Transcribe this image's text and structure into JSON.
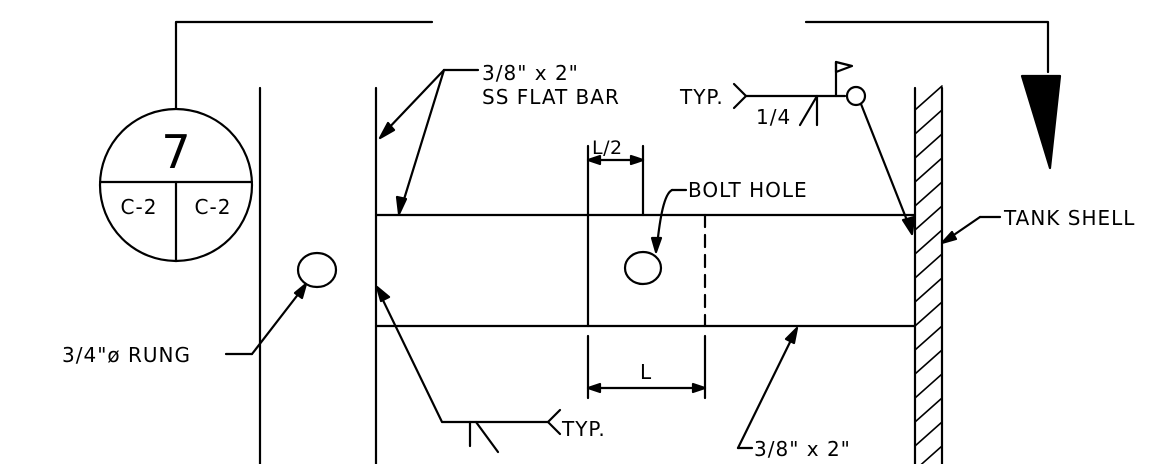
{
  "callout": {
    "detail_number": "7",
    "sheet_left": "C-2",
    "sheet_right": "C-2"
  },
  "labels": {
    "flat_bar_top_line1": "3/8\" x 2\"",
    "flat_bar_top_line2": "SS FLAT BAR",
    "weld_typ_top": "TYP.",
    "weld_size": "1/4",
    "half_length": "L/2",
    "bolt_hole": "BOLT HOLE",
    "tank_shell": "TANK SHELL",
    "rung": "3/4\"ø RUNG",
    "length": "L",
    "weld_typ_bottom": "TYP.",
    "flat_bar_bottom": "3/8\" x 2\""
  }
}
